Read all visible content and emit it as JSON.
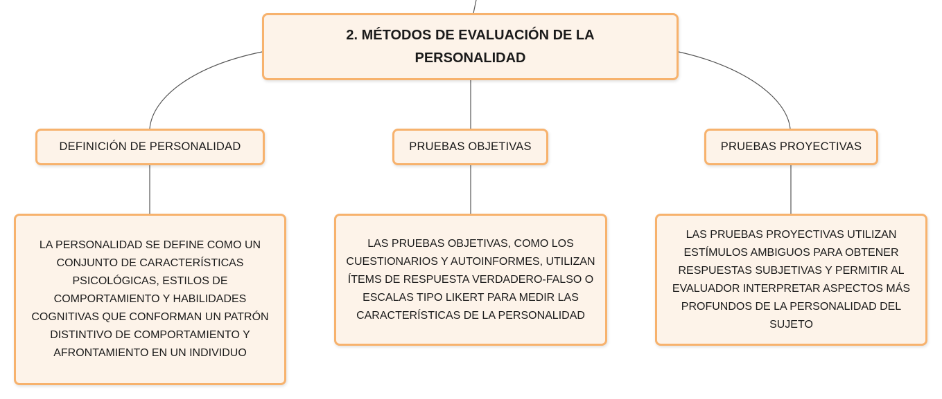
{
  "root": {
    "label": "2. MÉTODOS DE EVALUACIÓN DE LA PERSONALIDAD"
  },
  "branches": [
    {
      "label": "DEFINICIÓN DE PERSONALIDAD",
      "detail": "LA PERSONALIDAD SE DEFINE COMO UN CONJUNTO DE CARACTERÍSTICAS PSICOLÓGICAS, ESTILOS DE COMPORTAMIENTO Y HABILIDADES COGNITIVAS QUE CONFORMAN UN PATRÓN DISTINTIVO DE COMPORTAMIENTO Y AFRONTAMIENTO EN UN INDIVIDUO"
    },
    {
      "label": "PRUEBAS OBJETIVAS",
      "detail": "LAS PRUEBAS OBJETIVAS, COMO LOS CUESTIONARIOS Y AUTOINFORMES, UTILIZAN ÍTEMS DE RESPUESTA VERDADERO-FALSO O ESCALAS TIPO LIKERT PARA MEDIR LAS CARACTERÍSTICAS DE LA PERSONALIDAD"
    },
    {
      "label": "PRUEBAS PROYECTIVAS",
      "detail": "LAS PRUEBAS PROYECTIVAS UTILIZAN ESTÍMULOS AMBIGUOS PARA OBTENER RESPUESTAS SUBJETIVAS Y PERMITIR AL EVALUADOR INTERPRETAR ASPECTOS MÁS PROFUNDOS DE LA PERSONALIDAD DEL SUJETO"
    }
  ],
  "colors": {
    "node_fill": "#fdf3e9",
    "node_border": "#f7b26d",
    "connector": "#555555"
  }
}
